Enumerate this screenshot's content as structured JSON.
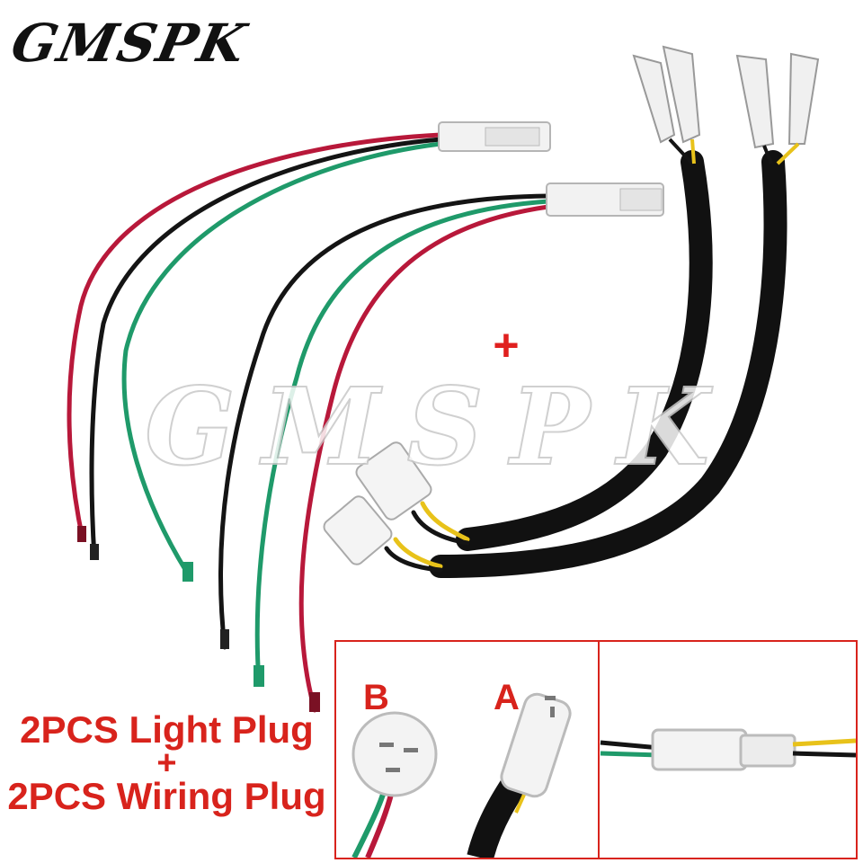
{
  "brand": {
    "name": "GMSPK"
  },
  "watermark": {
    "text": "GMSPK"
  },
  "plus_sign": "+",
  "caption": {
    "line1": "2PCS Light Plug",
    "separator": "+",
    "line2": "2PCS Wiring Plug"
  },
  "inset": {
    "label_b": "B",
    "label_a": "A"
  },
  "colors": {
    "wire_red": "#b8183a",
    "wire_green": "#1f9a6a",
    "wire_black": "#141414",
    "wire_yellow": "#e8c21a",
    "accent_red": "#d8231c"
  }
}
